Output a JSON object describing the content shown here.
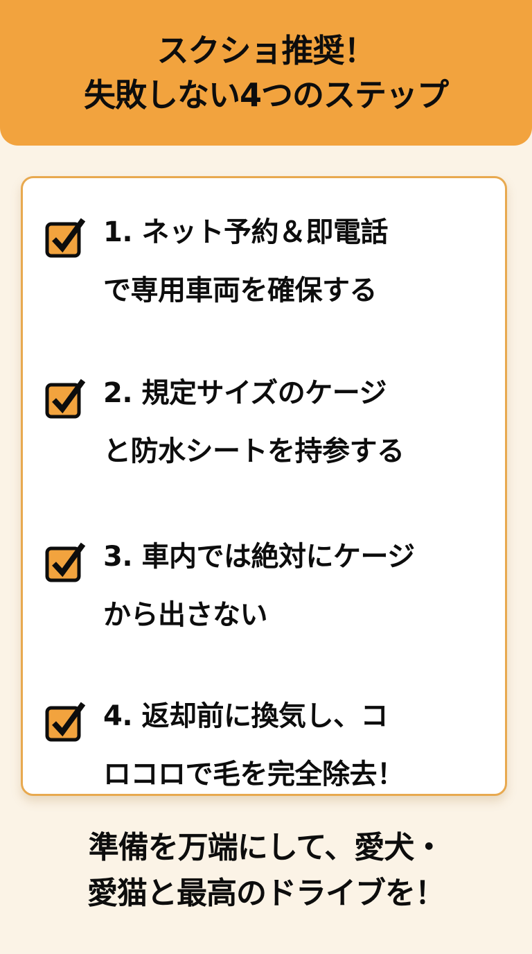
{
  "header": {
    "title_line1": "スクショ推奨！",
    "title_line2": "失敗しない4つのステップ"
  },
  "steps": [
    {
      "line1": "1. ネット予約＆即電話",
      "line2": "で専用車両を確保する"
    },
    {
      "line1": "2. 規定サイズのケージ",
      "line2": "と防水シートを持参する"
    },
    {
      "line1": "3. 車内では絶対にケージ",
      "line2": "から出さない"
    },
    {
      "line1": "4. 返却前に換気し、コ",
      "line2": "ロコロで毛を完全除去！"
    }
  ],
  "footer": {
    "line1": "準備を万端にして、愛犬・",
    "line2": "愛猫と最高のドライブを！"
  },
  "icons": {
    "step_icon": "checked-checkbox-icon"
  },
  "colors": {
    "accent": "#f2a33e",
    "background": "#fbf3e6",
    "card_border": "#e8a94f",
    "text": "#0d0d0d"
  }
}
